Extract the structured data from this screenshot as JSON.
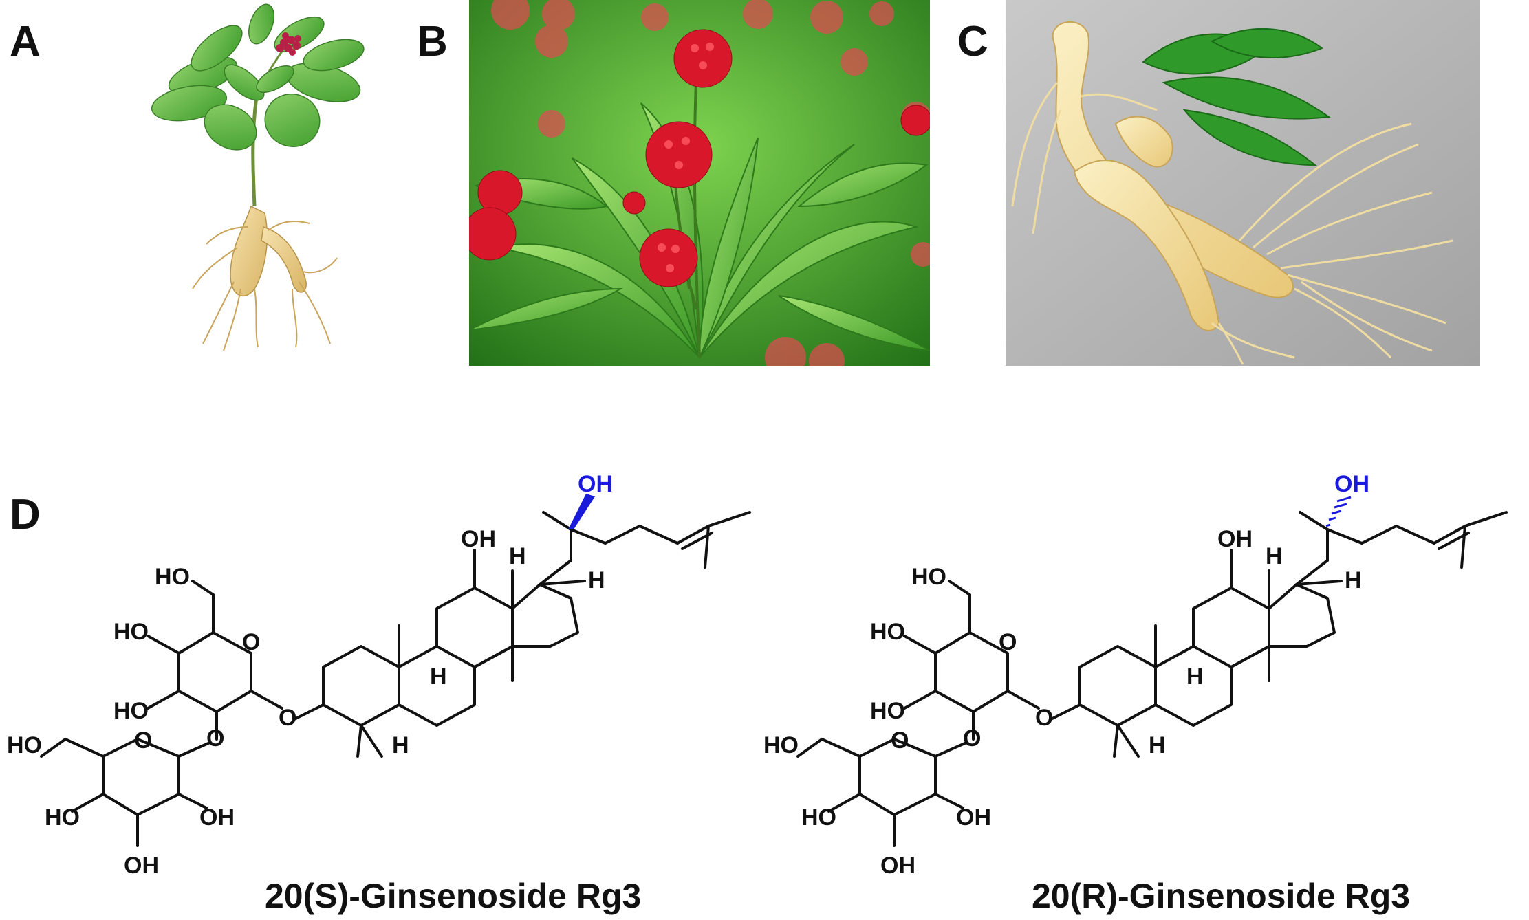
{
  "panels": {
    "a": {
      "label": "A"
    },
    "b": {
      "label": "B"
    },
    "c": {
      "label": "C"
    },
    "d": {
      "label": "D"
    }
  },
  "molecules": {
    "s": {
      "name": "20(S)-Ginsenoside Rg3",
      "stereo_oh": "OH",
      "stereo_color": "#1a1adb",
      "stereo_bond": "wedge"
    },
    "r": {
      "name": "20(R)-Ginsenoside Rg3",
      "stereo_oh": "OH",
      "stereo_color": "#1a1adb",
      "stereo_bond": "hash"
    }
  },
  "atoms": {
    "oh": "OH",
    "ho": "HO",
    "h": "H",
    "o": "O"
  },
  "colors": {
    "leaf": "#4cb43a",
    "leaf_dark": "#2e8a24",
    "berry": "#d8182a",
    "root": "#f2d79a",
    "photo_bg_c": "#a8a8a8",
    "bond": "#111111"
  }
}
